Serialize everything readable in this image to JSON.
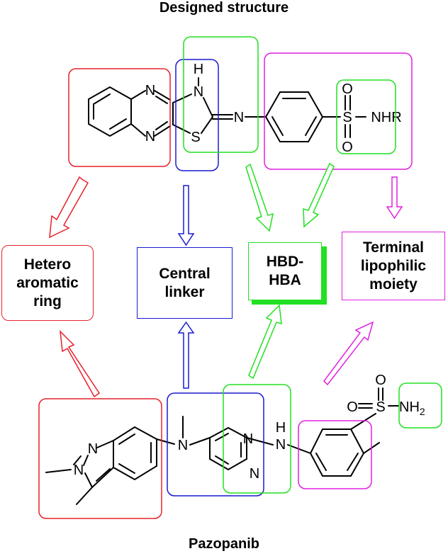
{
  "titles": {
    "top": "Designed structure",
    "bottom": "Pazopanib"
  },
  "labels": {
    "hetero": "Hetero\naromatic\nring",
    "linker": "Central\nlinker",
    "hbd": "HBD-\nHBA",
    "terminal": "Terminal\nlipophilic\nmoiety"
  },
  "atoms": {
    "designed": {
      "n_top": "N",
      "n_bottom": "N",
      "h": "H",
      "n_h": "N",
      "s_ring": "S",
      "n_imine": "N",
      "s_sulfonyl": "S",
      "o_top": "O",
      "o_bottom": "O",
      "nhr": "NHR"
    },
    "pazopanib": {
      "ind_n1": "N",
      "ind_n2": "N",
      "n_methyl": "N",
      "pyr_n_top": "N",
      "pyr_n_bottom": "N",
      "h": "H",
      "nh_n": "N",
      "s": "S",
      "o_top": "O",
      "o_left": "O",
      "nh2": "NH",
      "nh2_sub": "2"
    }
  },
  "colors": {
    "red": "#e8202a",
    "blue": "#1a1ad0",
    "green": "#22e022",
    "magenta": "#e020e0",
    "black": "#000000"
  }
}
